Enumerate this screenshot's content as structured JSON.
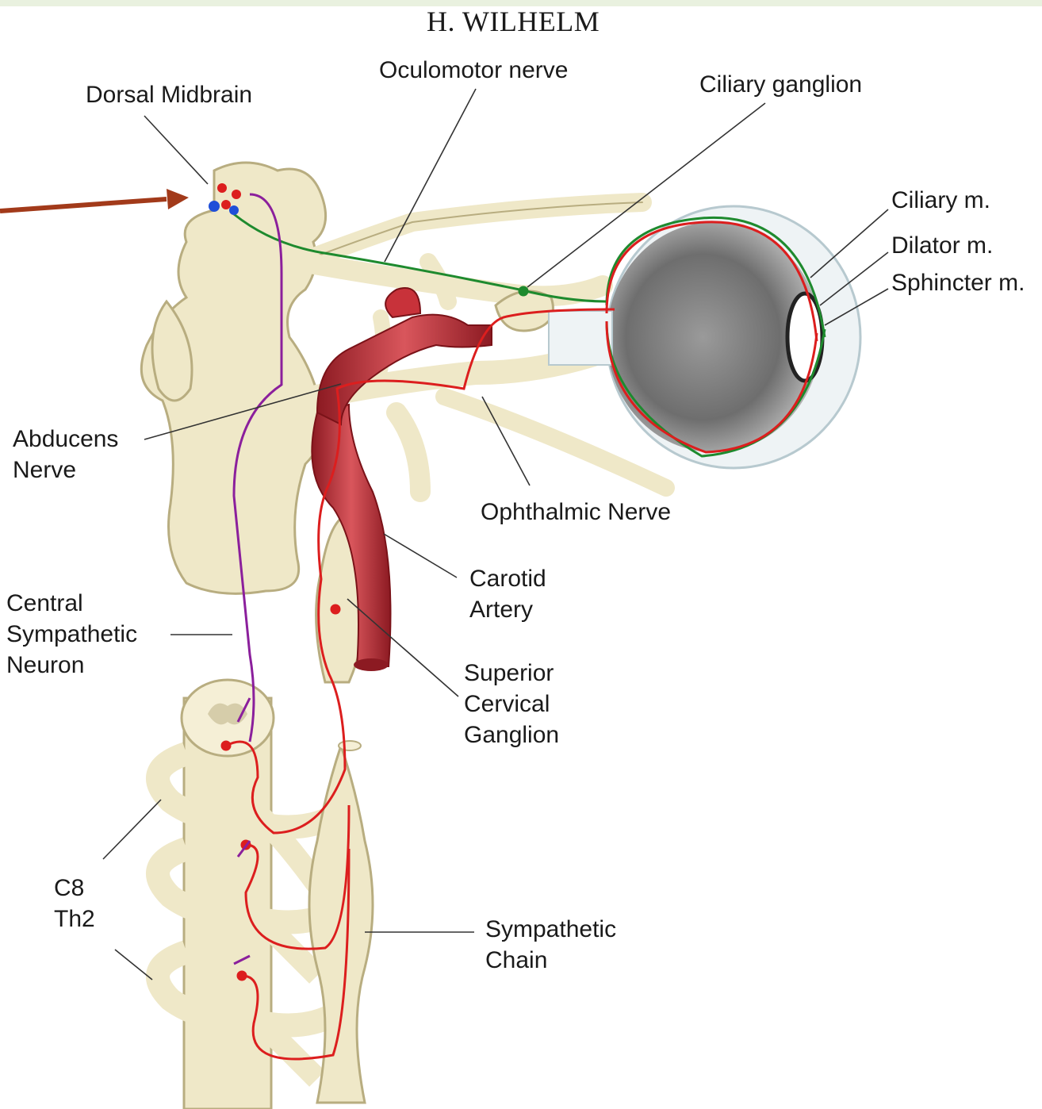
{
  "author": "H. WILHELM",
  "labels": {
    "dorsal_midbrain": "Dorsal Midbrain",
    "oculomotor_nerve": "Oculomotor nerve",
    "ciliary_ganglion": "Ciliary ganglion",
    "ciliary_m": "Ciliary m.",
    "dilator_m": "Dilator m.",
    "sphincter_m": "Sphincter m.",
    "abducens_nerve": [
      "Abducens",
      "Nerve"
    ],
    "ophthalmic_nerve": "Ophthalmic Nerve",
    "carotid_artery": [
      "Carotid",
      "Artery"
    ],
    "central_sympathetic_neuron": [
      "Central",
      "Sympathetic",
      "Neuron"
    ],
    "superior_cervical_ganglion": [
      "Superior",
      "Cervical",
      "Ganglion"
    ],
    "c8_th2": [
      "C8",
      "Th2"
    ],
    "sympathetic_chain": [
      "Sympathetic",
      "Chain"
    ]
  },
  "colors": {
    "tissue": "#efe8c8",
    "tissue_stroke": "#b8ad80",
    "parasympathetic_fiber": "#1e8a2e",
    "sympathetic_fiber": "#dc1e1e",
    "central_neuron": "#8b1f9c",
    "artery": "#b8262e",
    "pointer_arrow": "#a23a1a",
    "top_band": "#e9f1df"
  }
}
